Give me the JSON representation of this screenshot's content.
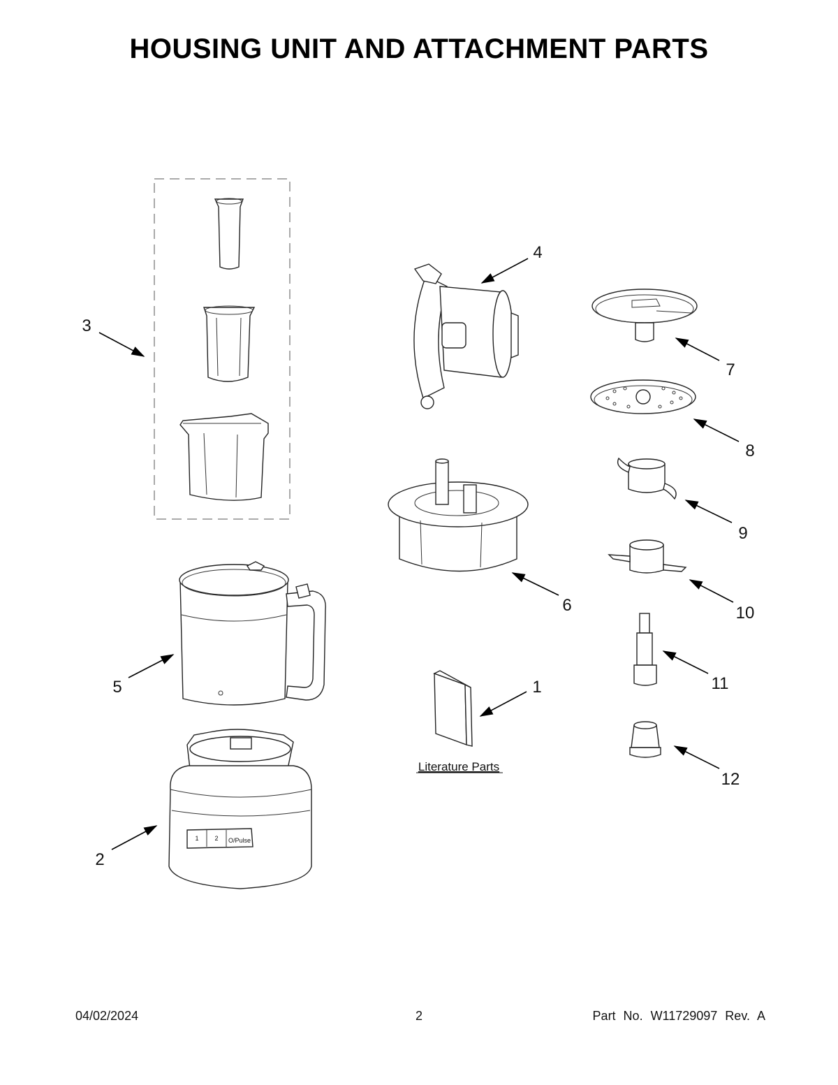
{
  "title": "HOUSING UNIT AND ATTACHMENT PARTS",
  "callouts": {
    "c1": "1",
    "c2": "2",
    "c3": "3",
    "c4": "4",
    "c5": "5",
    "c6": "6",
    "c7": "7",
    "c8": "8",
    "c9": "9",
    "c10": "10",
    "c11": "11",
    "c12": "12"
  },
  "literature_label": "Literature Parts",
  "base_buttons": {
    "b1": "1",
    "b2": "2",
    "b3": "O/Pulse"
  },
  "footer": {
    "date": "04/02/2024",
    "page": "2",
    "part_no": "Part No.  W11729097  Rev.  A"
  }
}
